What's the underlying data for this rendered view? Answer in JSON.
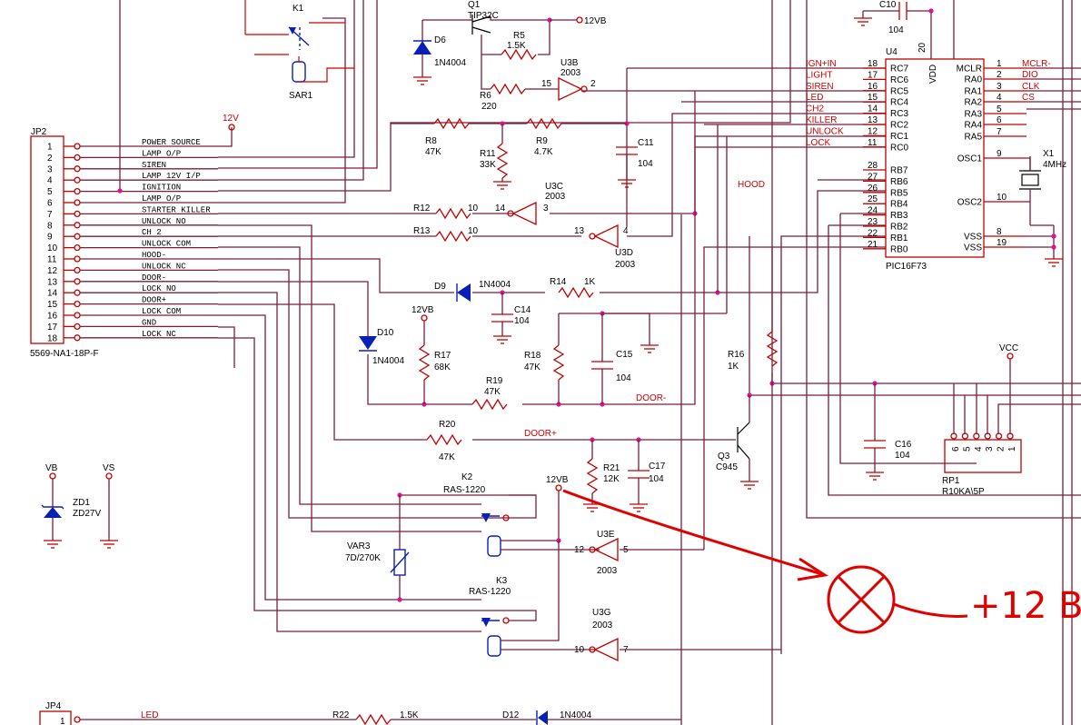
{
  "connector_jp2": {
    "ref": "JP2",
    "part": "5569-NA1-18P-F",
    "pins": [
      {
        "n": "1",
        "net": "POWER SOURCE"
      },
      {
        "n": "2",
        "net": "LAMP O/P"
      },
      {
        "n": "3",
        "net": "SIREN"
      },
      {
        "n": "4",
        "net": "LAMP 12V I/P"
      },
      {
        "n": "5",
        "net": "IGNITION"
      },
      {
        "n": "6",
        "net": "LAMP O/P"
      },
      {
        "n": "7",
        "net": "STARTER KILLER"
      },
      {
        "n": "8",
        "net": "UNLOCK NO"
      },
      {
        "n": "9",
        "net": "CH 2"
      },
      {
        "n": "10",
        "net": "UNLOCK COM"
      },
      {
        "n": "11",
        "net": "HOOD-"
      },
      {
        "n": "12",
        "net": "UNLOCK NC"
      },
      {
        "n": "13",
        "net": "DOOR-"
      },
      {
        "n": "14",
        "net": "LOCK NO"
      },
      {
        "n": "15",
        "net": "DOOR+"
      },
      {
        "n": "16",
        "net": "LOCK COM"
      },
      {
        "n": "17",
        "net": "GND"
      },
      {
        "n": "18",
        "net": "LOCK NC"
      }
    ]
  },
  "mcu": {
    "ref": "U4",
    "part": "PIC16F73",
    "vdd": "VDD",
    "vdd_pin": "20",
    "left_pins": [
      {
        "n": "18",
        "name": "RC7",
        "net": "IGN+IN"
      },
      {
        "n": "17",
        "name": "RC6",
        "net": "LIGHT"
      },
      {
        "n": "16",
        "name": "RC5",
        "net": "SIREN"
      },
      {
        "n": "15",
        "name": "RC4",
        "net": "LED"
      },
      {
        "n": "14",
        "name": "RC3",
        "net": "CH2"
      },
      {
        "n": "13",
        "name": "RC2",
        "net": "KILLER"
      },
      {
        "n": "12",
        "name": "RC1",
        "net": "UNLOCK"
      },
      {
        "n": "11",
        "name": "RC0",
        "net": "LOCK"
      },
      {
        "n": "28",
        "name": "RB7",
        "net": ""
      },
      {
        "n": "27",
        "name": "RB6",
        "net": ""
      },
      {
        "n": "26",
        "name": "RB5",
        "net": ""
      },
      {
        "n": "25",
        "name": "RB4",
        "net": ""
      },
      {
        "n": "24",
        "name": "RB3",
        "net": ""
      },
      {
        "n": "23",
        "name": "RB2",
        "net": ""
      },
      {
        "n": "22",
        "name": "RB1",
        "net": ""
      },
      {
        "n": "21",
        "name": "RB0",
        "net": ""
      }
    ],
    "right_pins": [
      {
        "n": "1",
        "name": "MCLR",
        "net": "MCLR-"
      },
      {
        "n": "2",
        "name": "RA0",
        "net": "DIO"
      },
      {
        "n": "3",
        "name": "RA1",
        "net": "CLK"
      },
      {
        "n": "4",
        "name": "RA2",
        "net": "CS"
      },
      {
        "n": "5",
        "name": "RA3",
        "net": ""
      },
      {
        "n": "6",
        "name": "RA4",
        "net": ""
      },
      {
        "n": "7",
        "name": "RA5",
        "net": ""
      },
      {
        "n": "9",
        "name": "OSC1",
        "net": ""
      },
      {
        "n": "10",
        "name": "OSC2",
        "net": ""
      },
      {
        "n": "8",
        "name": "VSS",
        "net": ""
      },
      {
        "n": "19",
        "name": "VSS",
        "net": ""
      }
    ]
  },
  "components": {
    "k1": {
      "ref": "K1"
    },
    "sar1": {
      "ref": "SAR1"
    },
    "q1": {
      "ref": "Q1",
      "part": "TIP32C"
    },
    "d6": {
      "ref": "D6",
      "part": "1N4004"
    },
    "r5": {
      "ref": "R5",
      "value": "1.5K"
    },
    "r6": {
      "ref": "R6",
      "value": "220"
    },
    "u3b": {
      "ref": "U3B",
      "part": "2003",
      "in": "15",
      "out": "2"
    },
    "r8": {
      "ref": "R8",
      "value": "47K"
    },
    "r11": {
      "ref": "R11",
      "value": "33K"
    },
    "r9": {
      "ref": "R9",
      "value": "4.7K"
    },
    "c11": {
      "ref": "C11",
      "value": "104"
    },
    "c10": {
      "ref": "C10",
      "value": "104"
    },
    "r12": {
      "ref": "R12",
      "value": "10"
    },
    "r13": {
      "ref": "R13",
      "value": "10"
    },
    "u3c": {
      "ref": "U3C",
      "part": "2003",
      "in": "14",
      "out": "3"
    },
    "u3d": {
      "ref": "U3D",
      "part": "2003",
      "in": "13",
      "out": "4"
    },
    "d9": {
      "ref": "D9",
      "part": "1N4004"
    },
    "r14": {
      "ref": "R14",
      "value": "1K"
    },
    "c14": {
      "ref": "C14",
      "value": "104"
    },
    "d10": {
      "ref": "D10",
      "part": "1N4004"
    },
    "r17": {
      "ref": "R17",
      "value": "68K"
    },
    "r18": {
      "ref": "R18",
      "value": "47K"
    },
    "c15": {
      "ref": "C15",
      "value": "104"
    },
    "r19": {
      "ref": "R19",
      "value": "47K"
    },
    "r16": {
      "ref": "R16",
      "value": "1K"
    },
    "r20": {
      "ref": "R20",
      "value": "47K"
    },
    "r21": {
      "ref": "R21",
      "value": "12K"
    },
    "c17": {
      "ref": "C17",
      "value": "104"
    },
    "q3": {
      "ref": "Q3",
      "part": "C945"
    },
    "c16": {
      "ref": "C16",
      "value": "104"
    },
    "rp1": {
      "ref": "RP1",
      "part": "R10KA\\5P",
      "pins": [
        "6",
        "5",
        "4",
        "3",
        "2",
        "1"
      ]
    },
    "x1": {
      "ref": "X1",
      "value": "4MHz"
    },
    "k2": {
      "ref": "K2",
      "part": "RAS-1220"
    },
    "k3": {
      "ref": "K3",
      "part": "RAS-1220"
    },
    "var3": {
      "ref": "VAR3",
      "part": "7D/270K"
    },
    "u3e": {
      "ref": "U3E",
      "part": "2003",
      "in": "12",
      "out": "5"
    },
    "u3g": {
      "ref": "U3G",
      "part": "2003",
      "in": "10",
      "out": "7"
    },
    "zd1": {
      "ref": "ZD1",
      "part": "ZD27V"
    },
    "r22": {
      "ref": "R22",
      "value": "1.5K"
    },
    "d12": {
      "ref": "D12",
      "part": "1N4004"
    },
    "jp4": {
      "ref": "JP4",
      "pin": "1"
    }
  },
  "nets": {
    "v12": "12V",
    "v12b_q1": "12VB",
    "v12b_r17": "12VB",
    "v12b_k2": "12VB",
    "vb": "VB",
    "vs": "VS",
    "vcc": "VCC",
    "hood": "HOOD",
    "door_minus": "DOOR-",
    "door_plus": "DOOR+",
    "led": "LED"
  },
  "annotation": {
    "text": "+12 B",
    "color": "#e00000"
  }
}
